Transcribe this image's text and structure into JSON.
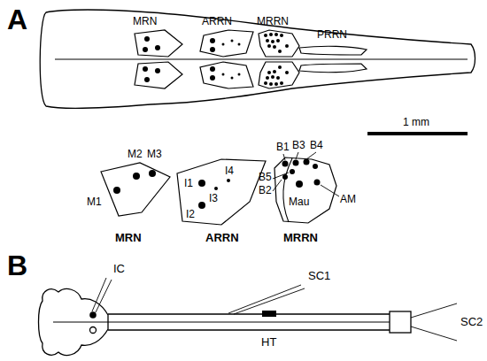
{
  "diagram": {
    "nodes": [
      {
        "text": [
          "MRN"
        ]
      },
      {
        "text": [
          "ARRN"
        ]
      },
      {
        "text": [
          "MRRN"
        ]
      },
      {
        "text": [
          "PRRN"
        ]
      },
      {
        "text": [
          "MRN"
        ]
      },
      {
        "text": [
          "ARRN"
        ]
      },
      {
        "text": [
          "MRRN"
        ]
      }
    ],
    "labels": [
      "A",
      "1 mm",
      "M2",
      "M3",
      "M1",
      "I4",
      "I1",
      "I3",
      "I2",
      "B1",
      "B3",
      "B4",
      "B5",
      "B2",
      "Mau",
      "AM",
      "B",
      "IC",
      "SC1",
      "HT",
      "SC2"
    ]
  }
}
